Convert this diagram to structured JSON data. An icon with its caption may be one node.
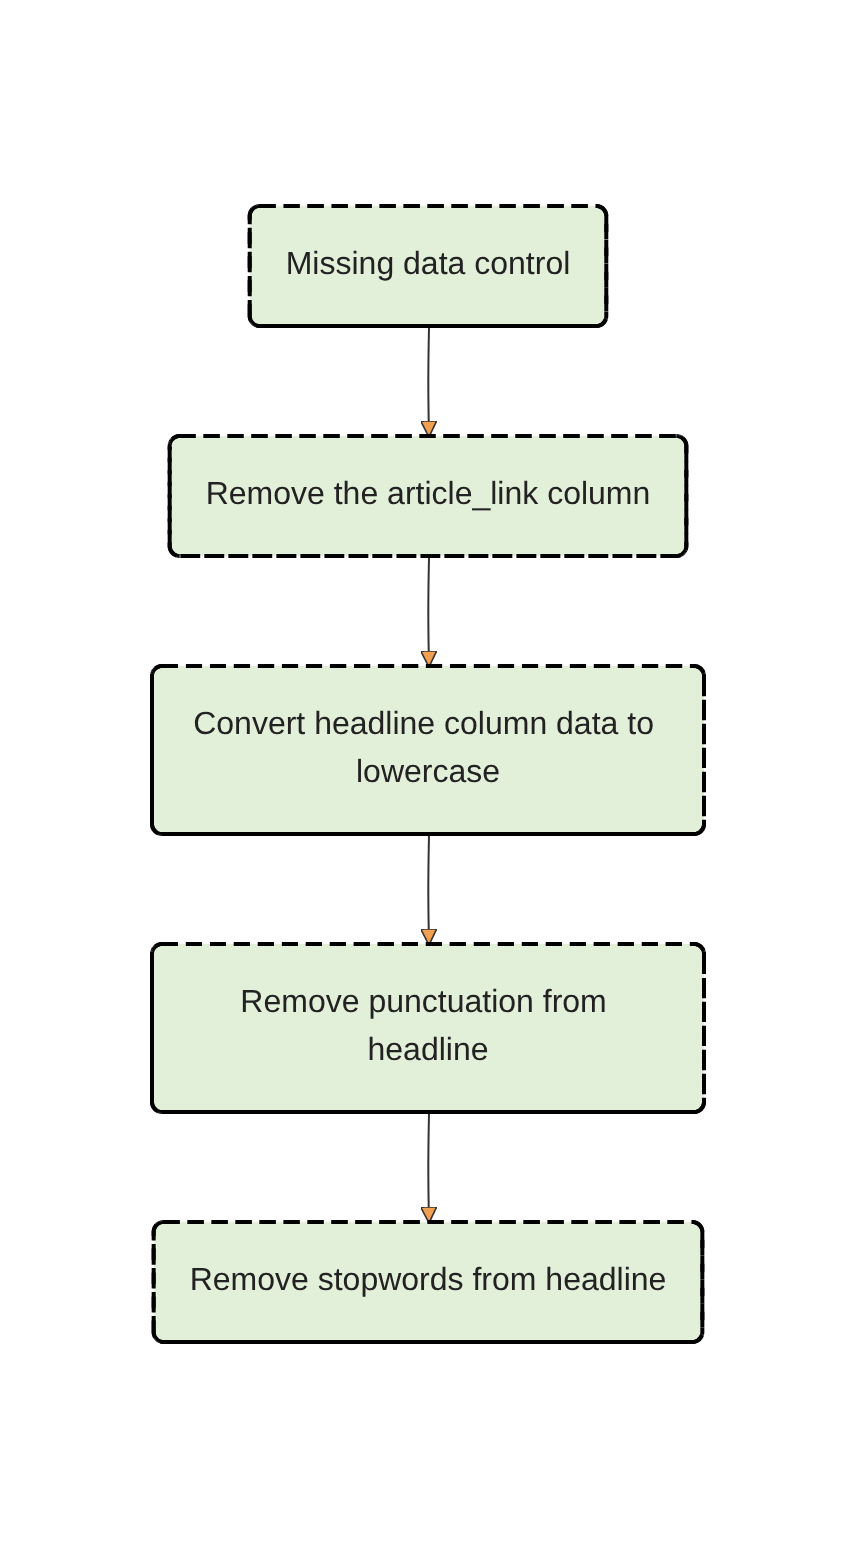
{
  "diagram": {
    "nodes": [
      {
        "text": [
          "Missing data control"
        ]
      },
      {
        "text": [
          "Remove the article_link column"
        ]
      },
      {
        "text": [
          "Convert headline column data to lowercase"
        ]
      },
      {
        "text": [
          "Remove punctuation from headline"
        ]
      },
      {
        "text": [
          "Remove stopwords from headline"
        ]
      }
    ],
    "edges": [
      {
        "from": 0,
        "to": 1,
        "arrow": "to"
      },
      {
        "from": 1,
        "to": 2,
        "arrow": "to"
      },
      {
        "from": 2,
        "to": 3,
        "arrow": "to"
      },
      {
        "from": 3,
        "to": 4,
        "arrow": "to"
      }
    ]
  }
}
